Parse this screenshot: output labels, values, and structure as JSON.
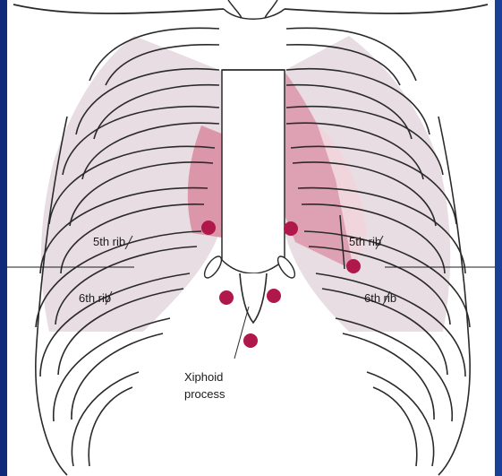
{
  "labels": {
    "left_5th_rib": "5th rib",
    "left_6th_rib": "6th rib",
    "right_5th_rib": "5th rib",
    "right_6th_rib": "6th rib",
    "xiphoid_line1": "Xiphoid",
    "xiphoid_line2": "process"
  },
  "colors": {
    "background": "#1a3a8c",
    "bone_fill": "#ffffff",
    "bone_stroke": "#2a2a2a",
    "lung_tint": "#e8dde2",
    "heart_tint": "#dc96aa",
    "marker": "#b0174a"
  },
  "markers": [
    "left-5th-intercostal",
    "right-5th-intercostal-medial",
    "right-5th-intercostal-lateral",
    "subxiphoid-left",
    "subxiphoid-right",
    "subxiphoid-inferior"
  ]
}
